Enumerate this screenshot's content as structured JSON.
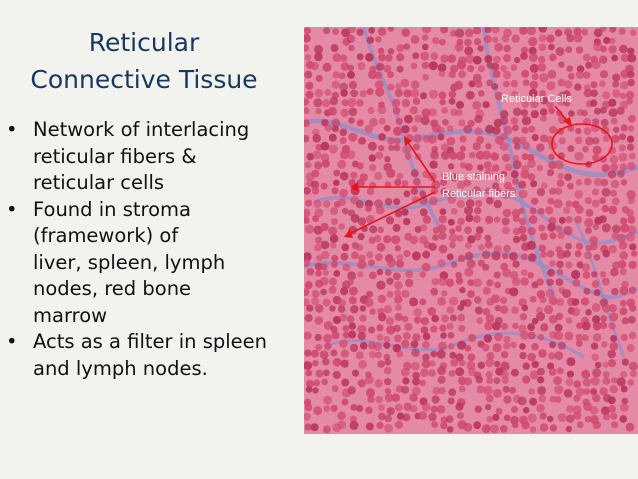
{
  "slide": {
    "title_lines": [
      "Reticular",
      "Connective Tissue"
    ],
    "bullets": [
      {
        "lines": [
          "Network of interlacing",
          "reticular fibers &",
          "reticular cells"
        ]
      },
      {
        "lines": [
          "Found in stroma",
          "(framework) of",
          "liver, spleen, lymph",
          "nodes, red bone",
          "marrow"
        ]
      },
      {
        "lines": [
          "Acts as a filter in spleen",
          "and lymph nodes."
        ]
      }
    ],
    "bullet_glyph": "•"
  },
  "micrograph": {
    "annotations": {
      "reticular_cells_label": "Reticular Cells",
      "blue_fibers_line1": "Blue staining",
      "blue_fibers_line2": "Reticular fibers"
    },
    "colors": {
      "tissue_background": "#e58aa6",
      "cell": "#cf4a6e",
      "cell_nucleus": "#b8345a",
      "fiber": "#8f8ec8",
      "annotation": "#e8141c",
      "title": "#17375e"
    }
  }
}
